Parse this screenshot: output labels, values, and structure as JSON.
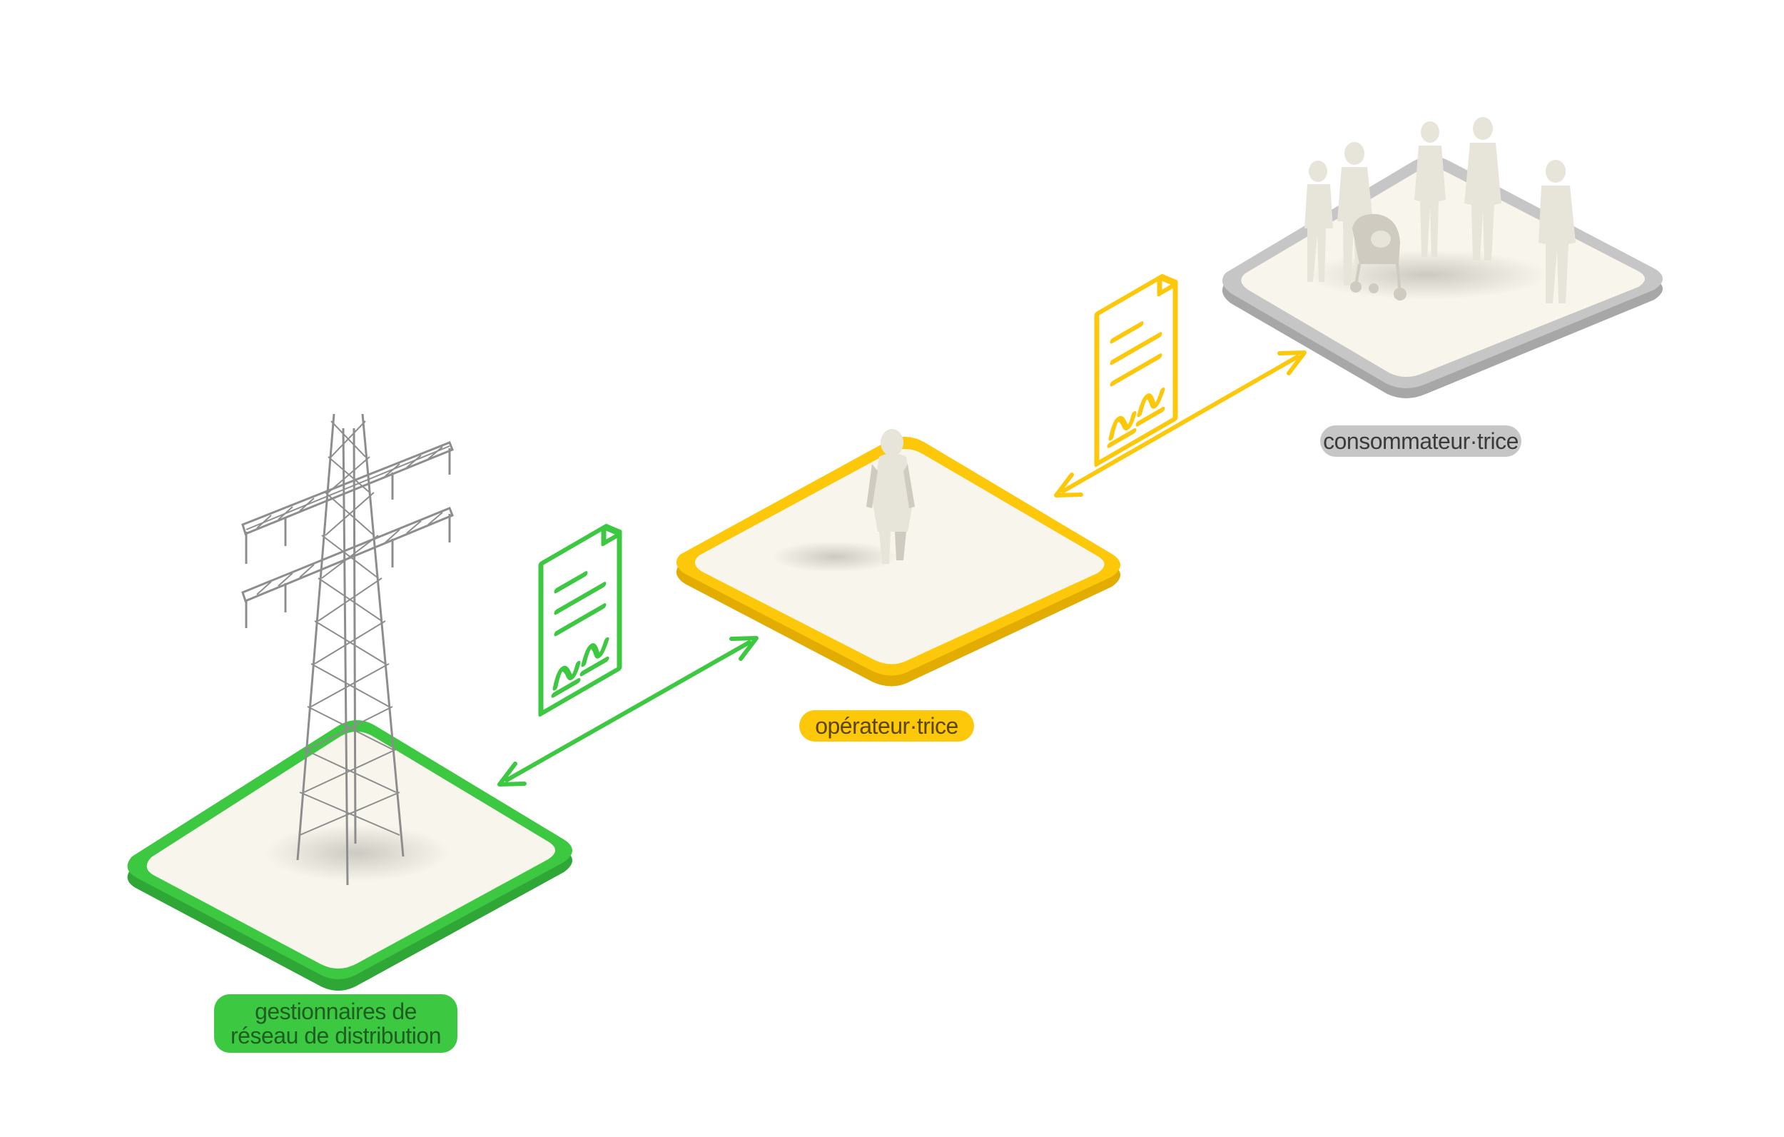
{
  "labels": {
    "grid": "gestionnaires de réseau de distribution",
    "grid_line1": "gestionnaires de",
    "grid_line2": "réseau de distribution",
    "operator": "opérateur·trice",
    "consumer": "consommateur·trice"
  },
  "colors": {
    "green": "#3cc841",
    "green_dark": "#2fa736",
    "green_text": "#1f5d22",
    "yellow": "#fdc80a",
    "yellow_dark": "#e2ad00",
    "yellow_text": "#5a4600",
    "gray": "#c6c6c6",
    "gray_dark": "#a7a7a7",
    "gray_text": "#3b3b3b",
    "platform_fill": "#f8f6ec",
    "figure": "#e7e4da",
    "figure_shade": "#cfcbc0",
    "pylon": "#8d8d8d"
  },
  "icons": {
    "grid_platform": "electricity-pylon-icon",
    "operator_platform": "person-figure-icon",
    "consumer_platform": "family-group-icon",
    "contract_left": "signed-contract-icon",
    "contract_right": "signed-contract-icon",
    "arrow_left": "double-headed-arrow-icon",
    "arrow_right": "double-headed-arrow-icon"
  }
}
